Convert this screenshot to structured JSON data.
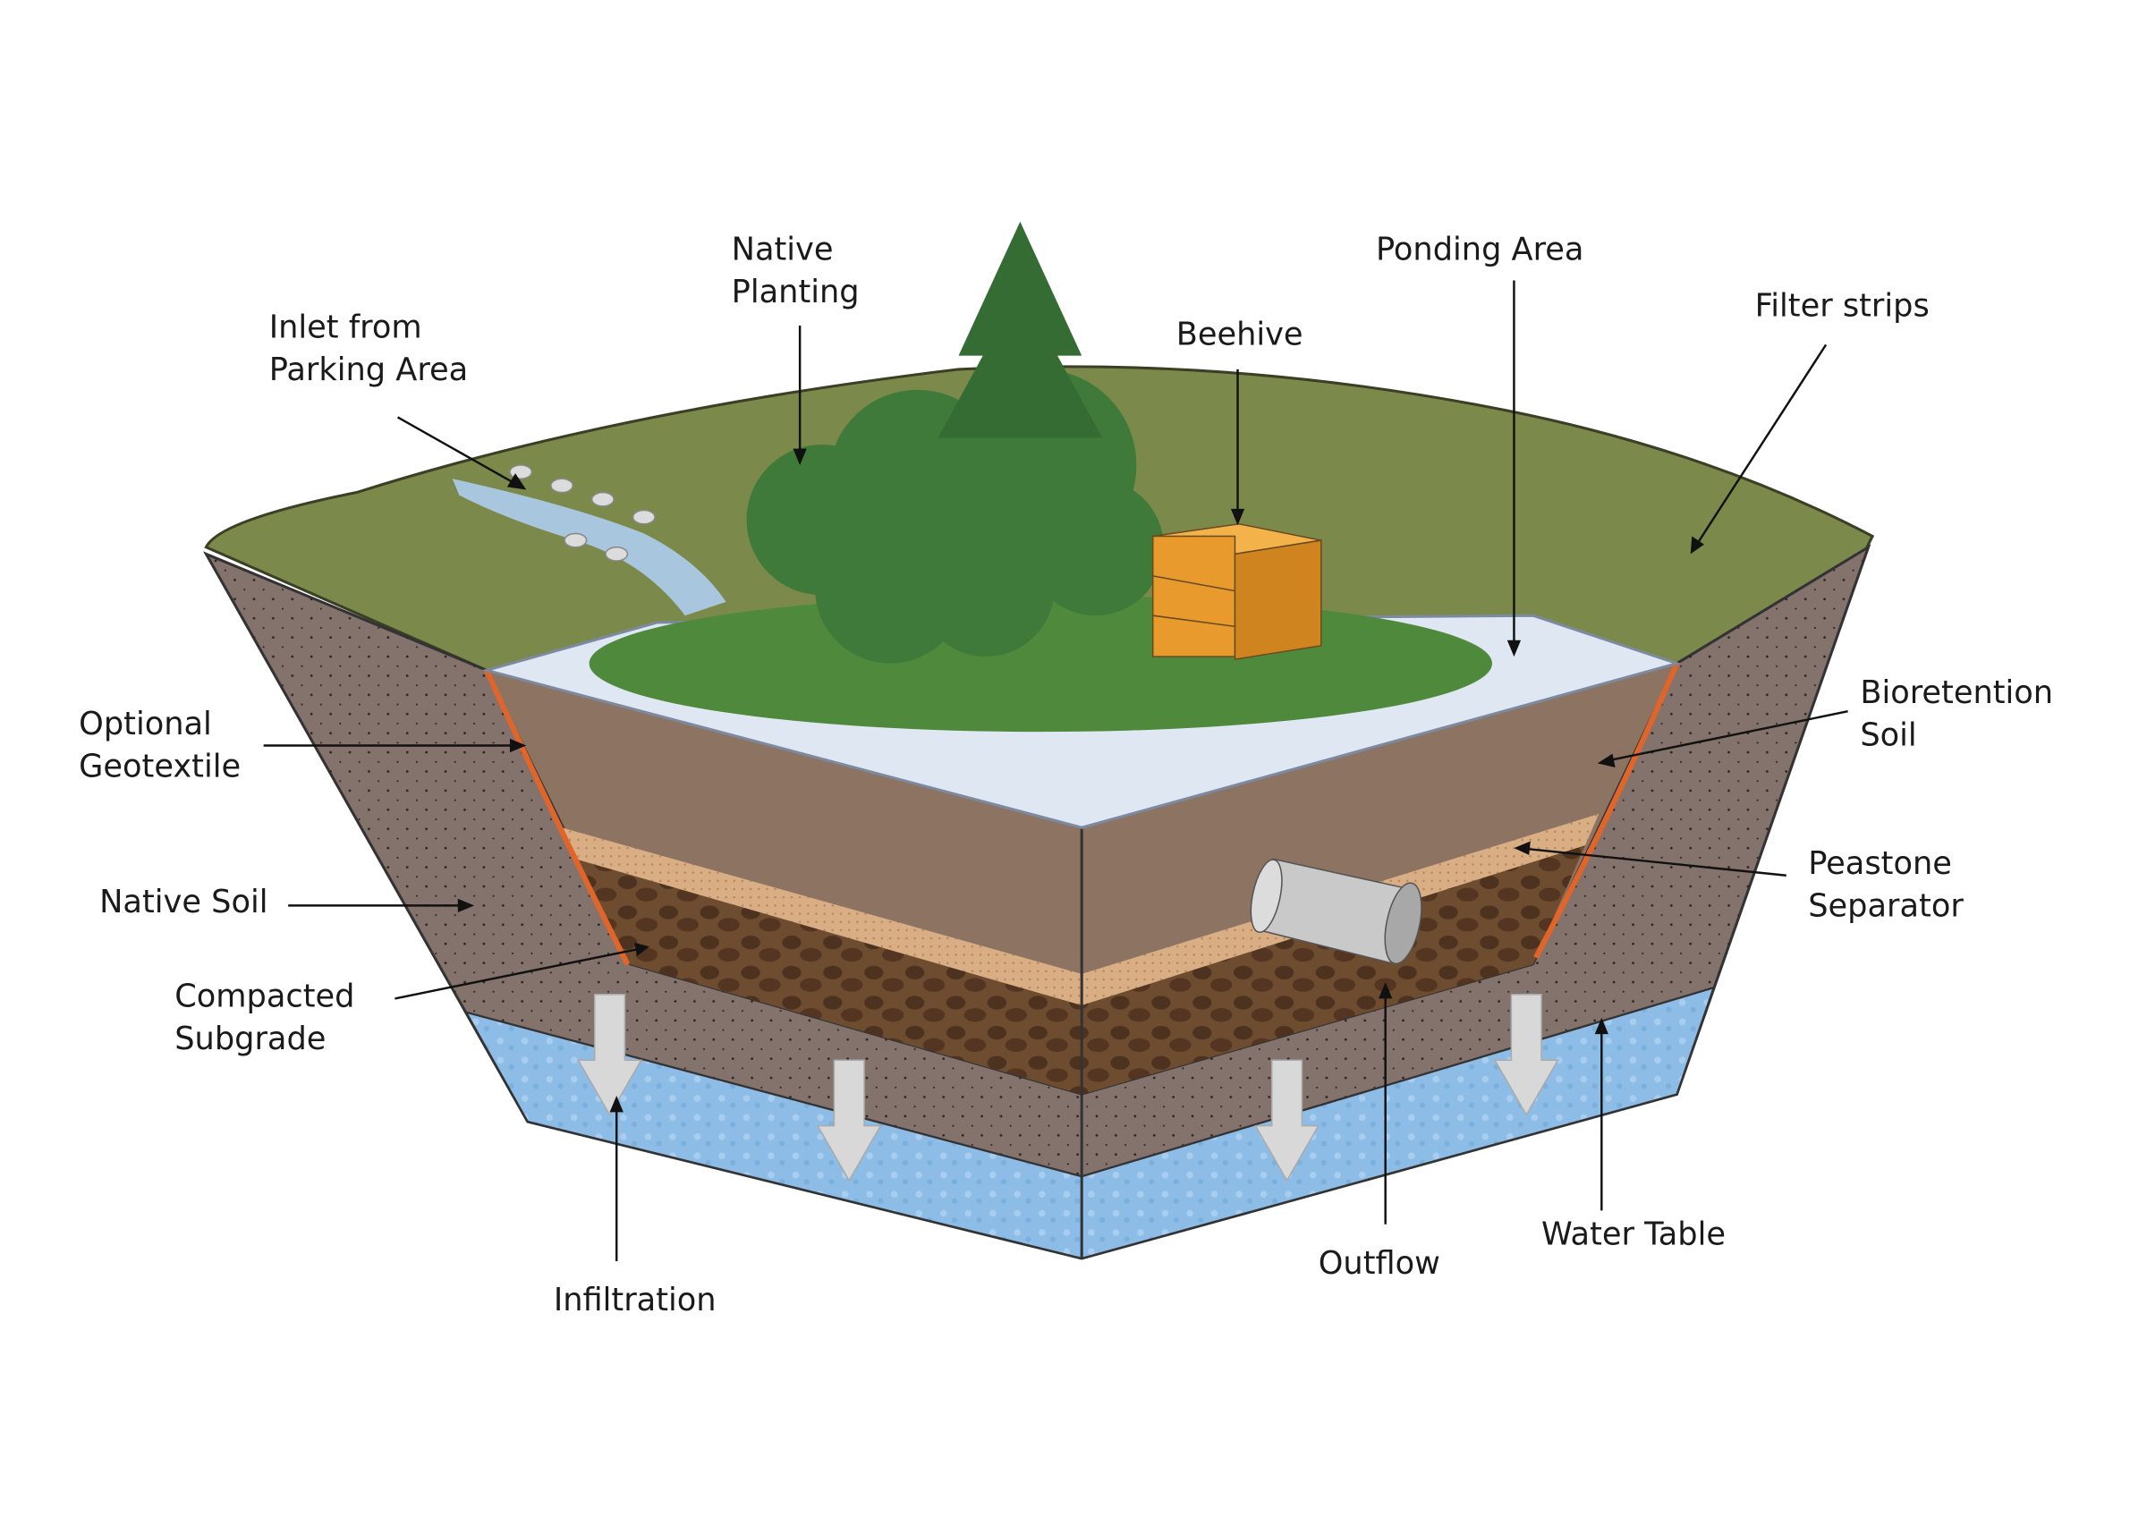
{
  "title": "Bioretention cross-section diagram",
  "labels": {
    "native_planting": [
      "Native",
      "Planting"
    ],
    "inlet": [
      "Inlet from",
      "Parking Area"
    ],
    "beehive": [
      "Beehive"
    ],
    "ponding_area": [
      "Ponding Area"
    ],
    "filter_strips": [
      "Filter strips"
    ],
    "bioretention_soil": [
      "Bioretention",
      "Soil"
    ],
    "optional_geotextile": [
      "Optional",
      "Geotextile"
    ],
    "peastone_separator": [
      "Peastone",
      "Separator"
    ],
    "native_soil": [
      "Native Soil"
    ],
    "compacted_subgrade": [
      "Compacted",
      "Subgrade"
    ],
    "infiltration": [
      "Infiltration"
    ],
    "outflow": [
      "Outflow"
    ],
    "water_table": [
      "Water Table"
    ]
  },
  "colors": {
    "grass": "#7b8a4a",
    "native_soil": "#84726c",
    "bioretention_soil": "#8d7362",
    "peastone": "#d9ae84",
    "gravel": "#6b4a2e",
    "water": "#8dbde6",
    "geotextile": "#e0652a",
    "ponding": "#dfe7f2",
    "tree": "#3f7a3a",
    "beehive": "#e89a2c"
  }
}
